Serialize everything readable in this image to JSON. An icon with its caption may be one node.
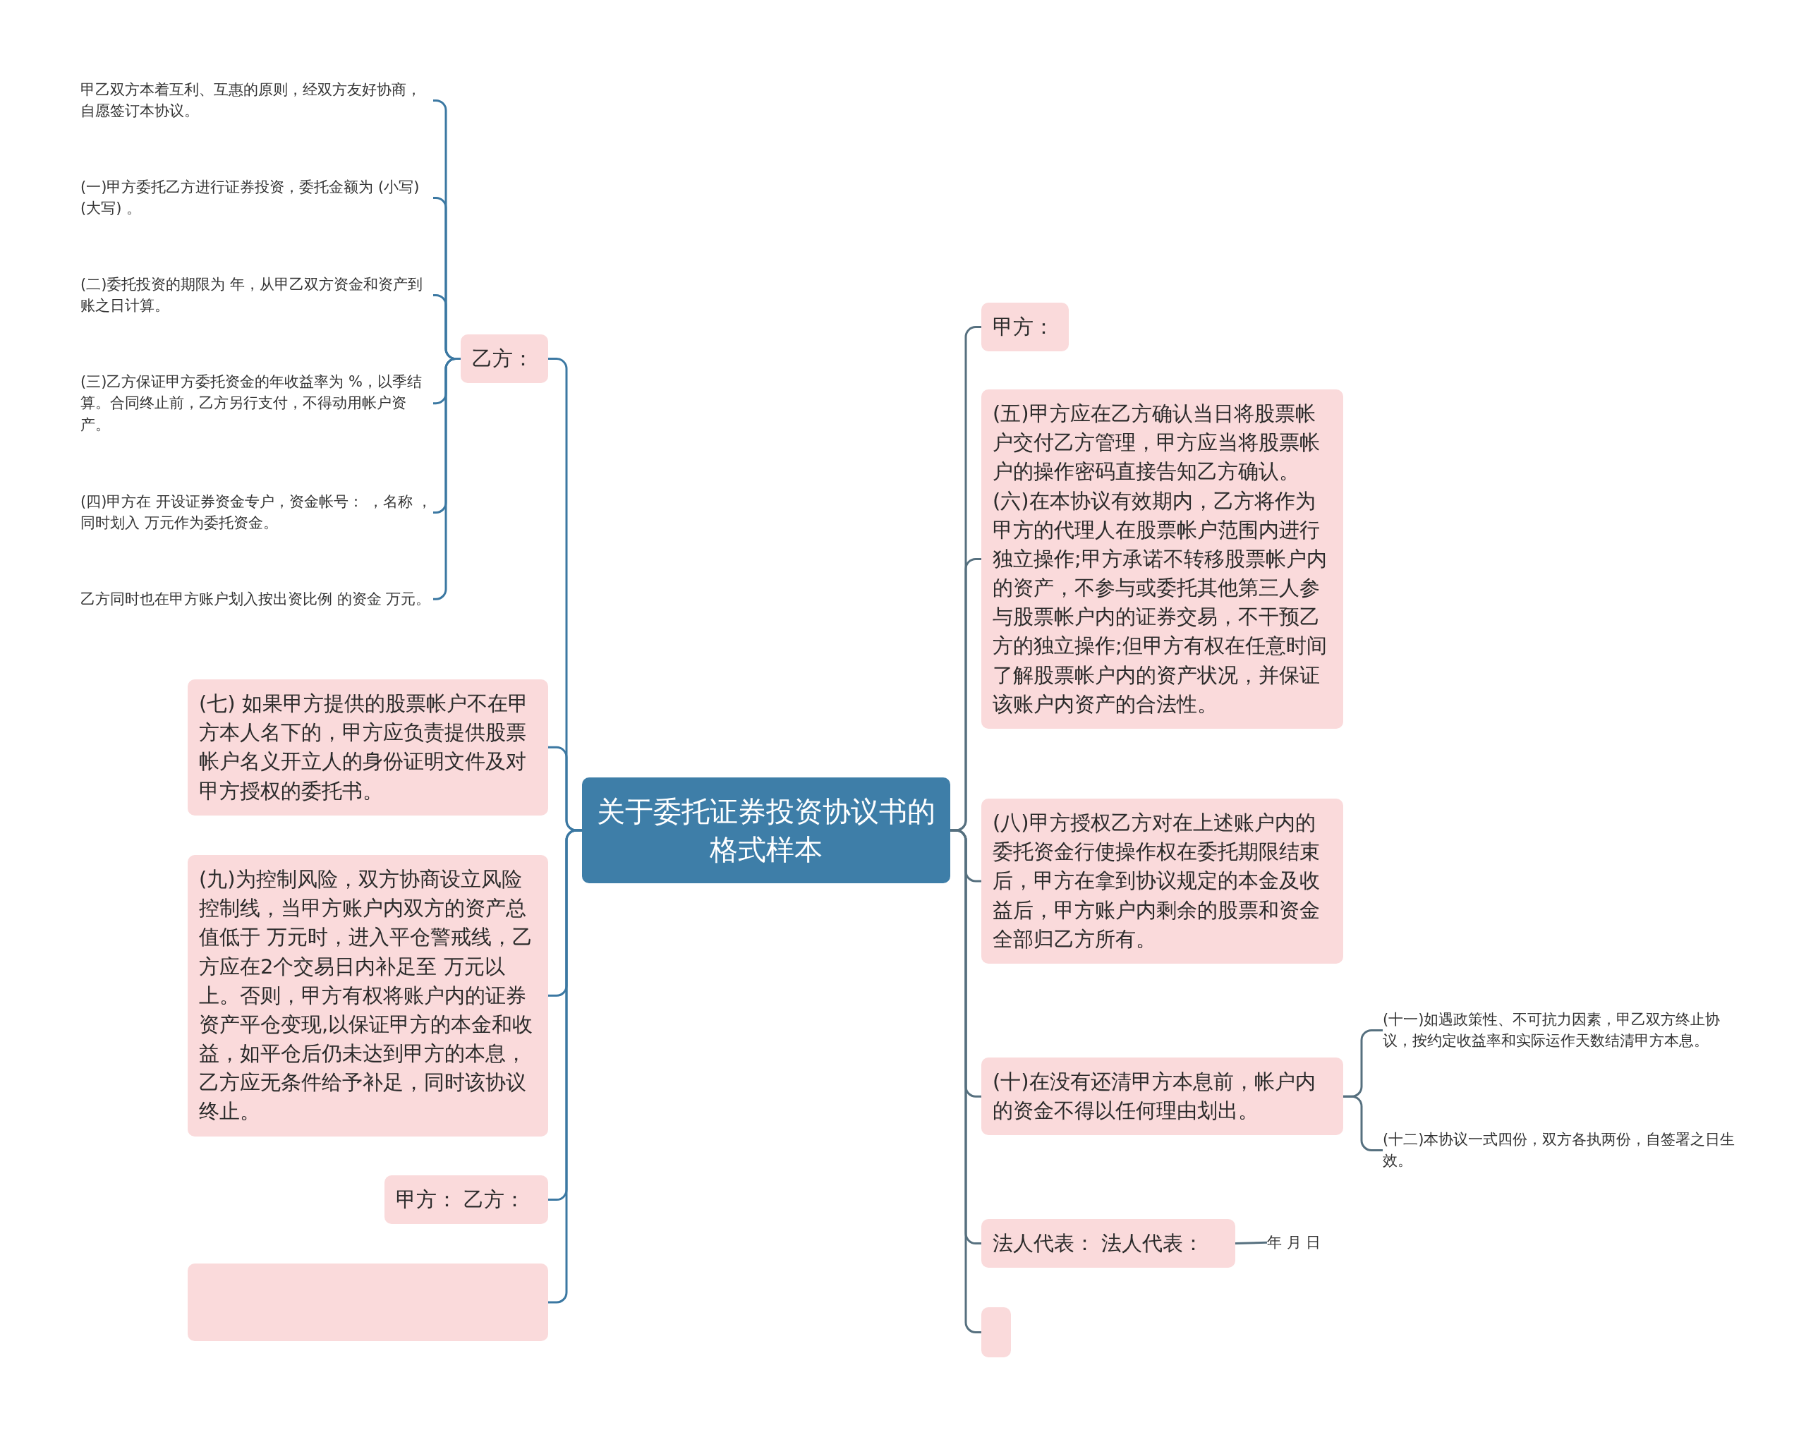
{
  "diagram": {
    "nodes": [
      {
        "text": [
          "关于委托证券投资协议书的格式样本"
        ]
      },
      {
        "text": [
          "乙方："
        ]
      },
      {
        "text": [
          "甲乙双方本着互利、互惠的原则，经双方友好协商，自愿签订本协议。"
        ]
      },
      {
        "text": [
          "(一)甲方委托乙方进行证券投资，委托金额为 (小写) (大写) 。"
        ]
      },
      {
        "text": [
          "(二)委托投资的期限为 年，从甲乙双方资金和资产到账之日计算。"
        ]
      },
      {
        "text": [
          "(三)乙方保证甲方委托资金的年收益率为 %，以季结算。合同终止前，乙方另行支付，不得动用帐户资产。"
        ]
      },
      {
        "text": [
          "(四)甲方在 开设证券资金专户，资金帐号： ，名称 ，同时划入 万元作为委托资金。"
        ]
      },
      {
        "text": [
          "乙方同时也在甲方账户划入按出资比例 的资金 万元。"
        ]
      },
      {
        "text": [
          "(七) 如果甲方提供的股票帐户不在甲方本人名下的，甲方应负责提供股票帐户名义开立人的身份证明文件及对甲方授权的委托书。"
        ]
      },
      {
        "text": [
          "(九)为控制风险，双方协商设立风险控制线，当甲方账户内双方的资产总值低于 万元时，进入平仓警戒线，乙方应在2个交易日内补足至 万元以上。否则，甲方有权将账户内的证券资产平仓变现,以保证甲方的本金和收益，如平仓后仍未达到甲方的本息，乙方应无条件给予补足，同时该协议终止。"
        ]
      },
      {
        "text": [
          "甲方：  乙方："
        ]
      },
      {
        "text": [],
        "shape": "box"
      },
      {
        "text": [
          "甲方："
        ]
      },
      {
        "text": [
          "(五)甲方应在乙方确认当日将股票帐户交付乙方管理，甲方应当将股票帐户的操作密码直接告知乙方确认。 (六)在本协议有效期内，乙方将作为甲方的代理人在股票帐户范围内进行独立操作;甲方承诺不转移股票帐户内的资产，不参与或委托其他第三人参与股票帐户内的证券交易，不干预乙方的独立操作;但甲方有权在任意时间了解股票帐户内的资产状况，并保证该账户内资产的合法性。"
        ]
      },
      {
        "text": [
          "(八)甲方授权乙方对在上述账户内的委托资金行使操作权在委托期限结束后，甲方在拿到协议规定的本金及收益后，甲方账户内剩余的股票和资金全部归乙方所有。"
        ]
      },
      {
        "text": [
          "(十)在没有还清甲方本息前，帐户内的资金不得以任何理由划出。"
        ]
      },
      {
        "text": [
          "(十一)如遇政策性、不可抗力因素，甲乙双方终止协议，按约定收益率和实际运作天数结清甲方本息。"
        ]
      },
      {
        "text": [
          "(十二)本协议一式四份，双方各执两份，自签署之日生效。"
        ]
      },
      {
        "text": [
          "法人代表：  法人代表："
        ]
      },
      {
        "text": [
          "年 月 日"
        ]
      },
      {
        "text": [],
        "shape": "box"
      }
    ],
    "edges": [
      {
        "from": 0,
        "to": 1,
        "arrow": "none"
      },
      {
        "from": 1,
        "to": 2,
        "arrow": "none"
      },
      {
        "from": 1,
        "to": 3,
        "arrow": "none"
      },
      {
        "from": 1,
        "to": 4,
        "arrow": "none"
      },
      {
        "from": 1,
        "to": 5,
        "arrow": "none"
      },
      {
        "from": 1,
        "to": 6,
        "arrow": "none"
      },
      {
        "from": 1,
        "to": 7,
        "arrow": "none"
      },
      {
        "from": 0,
        "to": 8,
        "arrow": "none"
      },
      {
        "from": 0,
        "to": 9,
        "arrow": "none"
      },
      {
        "from": 0,
        "to": 10,
        "arrow": "none"
      },
      {
        "from": 0,
        "to": 11,
        "arrow": "none"
      },
      {
        "from": 0,
        "to": 12,
        "arrow": "none",
        "color": "#56707f"
      },
      {
        "from": 0,
        "to": 13,
        "arrow": "none",
        "color": "#56707f"
      },
      {
        "from": 0,
        "to": 14,
        "arrow": "none",
        "color": "#56707f"
      },
      {
        "from": 0,
        "to": 15,
        "arrow": "none",
        "color": "#56707f"
      },
      {
        "from": 15,
        "to": 16,
        "arrow": "none",
        "color": "#56707f"
      },
      {
        "from": 15,
        "to": 17,
        "arrow": "none",
        "color": "#56707f"
      },
      {
        "from": 0,
        "to": 18,
        "arrow": "none",
        "color": "#56707f"
      },
      {
        "from": 18,
        "to": 19,
        "arrow": "none",
        "color": "#56707f"
      },
      {
        "from": 0,
        "to": 20,
        "arrow": "none",
        "color": "#56707f"
      }
    ]
  }
}
